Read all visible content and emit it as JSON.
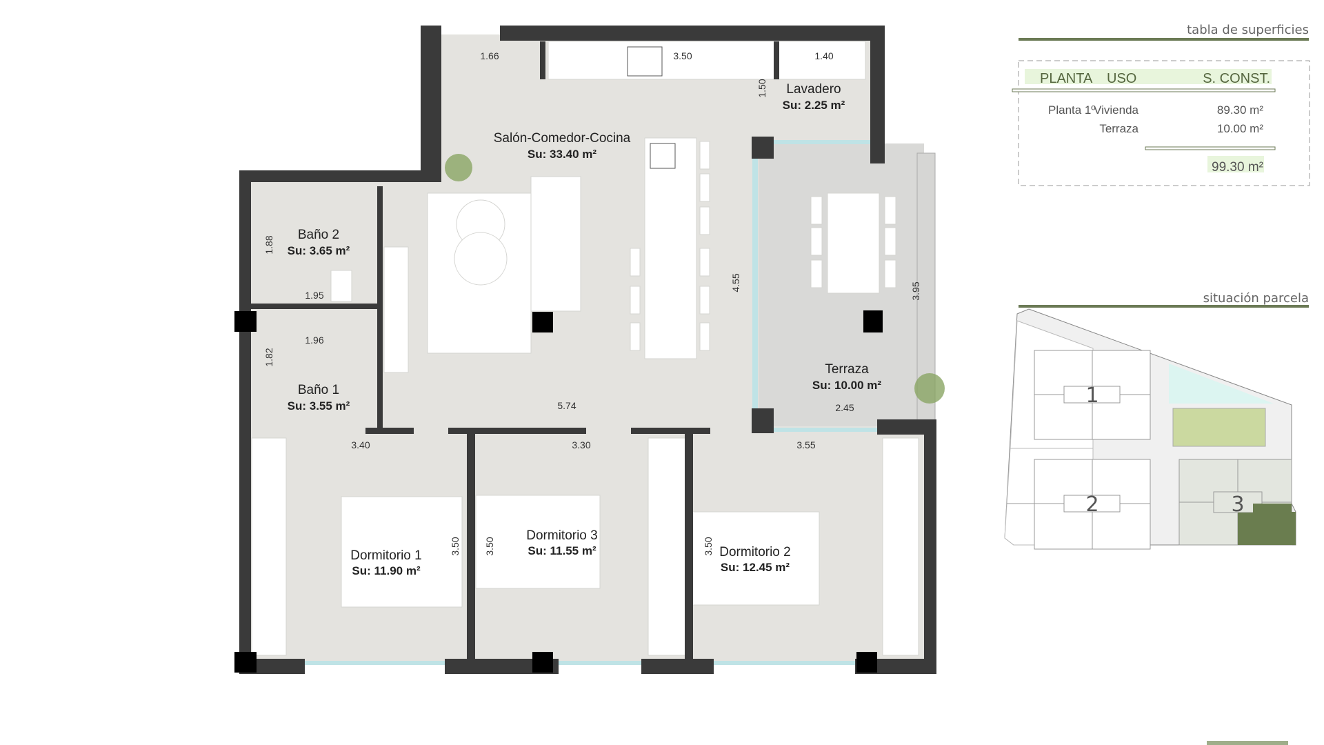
{
  "floor_plan": {
    "rooms": [
      {
        "name": "Salón-Comedor-Cocina",
        "area": "Su: 33.40 m²"
      },
      {
        "name": "Lavadero",
        "area": "Su: 2.25 m²"
      },
      {
        "name": "Baño 2",
        "area": "Su: 3.65 m²"
      },
      {
        "name": "Baño 1",
        "area": "Su: 3.55 m²"
      },
      {
        "name": "Terraza",
        "area": "Su: 10.00 m²"
      },
      {
        "name": "Dormitorio 1",
        "area": "Su: 11.90 m²"
      },
      {
        "name": "Dormitorio 3",
        "area": "Su: 11.55 m²"
      },
      {
        "name": "Dormitorio 2",
        "area": "Su: 12.45 m²"
      }
    ],
    "dimensions": [
      "1.66",
      "3.50",
      "1.40",
      "1.50",
      "1.88",
      "1.95",
      "1.96",
      "1.82",
      "5.74",
      "4.55",
      "3.95",
      "2.45",
      "3.40",
      "3.30",
      "3.55",
      "3.50",
      "3.50",
      "3.50"
    ],
    "colors": {
      "wall": "#3a3a3a",
      "floor": "#e4e3df",
      "glass": "#bfe3e6",
      "plant": "#7f9a5a"
    }
  },
  "surface_table": {
    "title": "tabla de superficies",
    "headers": [
      "PLANTA",
      "USO",
      "S. CONST."
    ],
    "rows": [
      {
        "planta": "Planta 1º",
        "uso": "Vivienda",
        "superficie": "89.30 m²"
      },
      {
        "planta": "",
        "uso": "Terraza",
        "superficie": "10.00 m²"
      }
    ],
    "total": "99.30 m²",
    "colors": {
      "accent": "#6b7a55",
      "highlight": "#e8f5dc"
    }
  },
  "site_plan": {
    "title": "situación parcela",
    "buildings": [
      "1",
      "2",
      "3"
    ],
    "colors": {
      "selected": "#6a7d4f",
      "lawn": "#cbd9a0",
      "pool": "#dcf5f1",
      "block3": "#e3e6df"
    }
  }
}
